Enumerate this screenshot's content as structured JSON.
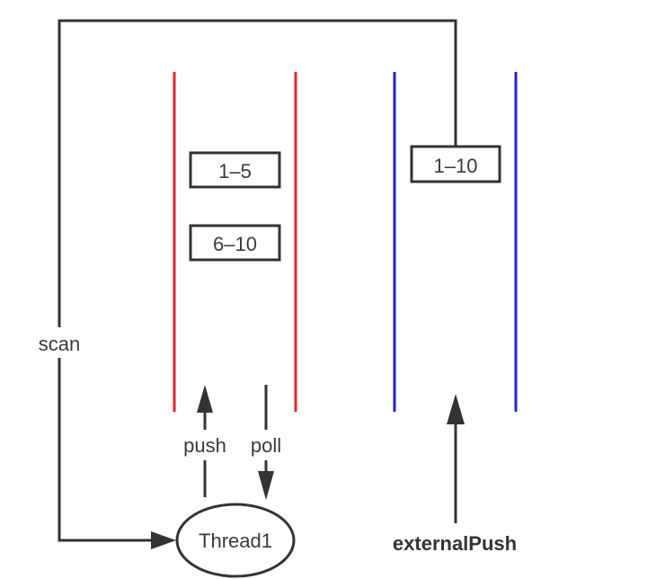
{
  "colors": {
    "line": "#333333",
    "local_queue": "#e8242a",
    "external_queue": "#1f22d9",
    "text": "#3a3a3a"
  },
  "local_queue": {
    "items": [
      "1–5",
      "6–10"
    ]
  },
  "external_queue": {
    "items": [
      "1–10"
    ]
  },
  "labels": {
    "scan": "scan",
    "push": "push",
    "poll": "poll",
    "thread": "Thread1",
    "external_push": "externalPush"
  }
}
